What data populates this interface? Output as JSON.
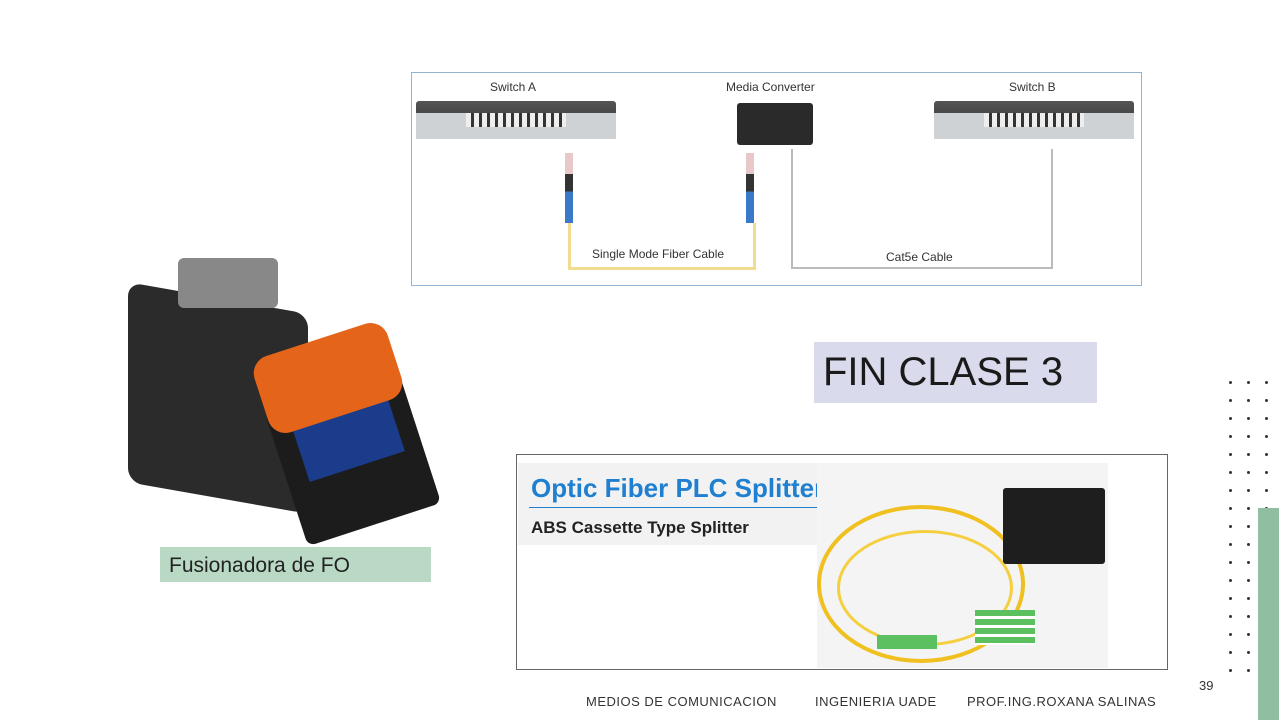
{
  "diagram": {
    "switch_a": "Switch A",
    "media_converter": "Media Converter",
    "switch_b": "Switch B",
    "fiber_cable": "Single Mode Fiber Cable",
    "cat5e_cable": "Cat5e Cable"
  },
  "title": "FIN CLASE 3",
  "fusion_caption": "Fusionadora de FO",
  "splitter": {
    "title": "Optic Fiber PLC Splitter",
    "subtitle": "ABS Cassette Type Splitter"
  },
  "page_number": "39",
  "footer": {
    "course": "MEDIOS DE COMUNICACION",
    "school": "INGENIERIA  UADE",
    "professor": "PROF.ING.ROXANA SALINAS"
  },
  "colors": {
    "accent_green": "#8fbfa0",
    "title_bg": "#d9dbec",
    "splitter_blue": "#1f7fd0"
  }
}
